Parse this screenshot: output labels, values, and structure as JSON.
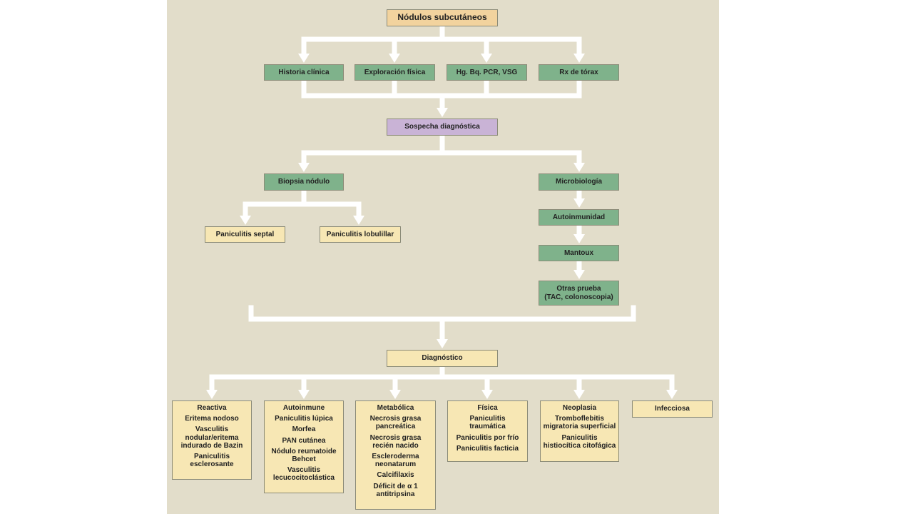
{
  "colors": {
    "panel": "#e2ddca",
    "green": "#7fb28b",
    "purple": "#c9b3d6",
    "orange": "#f2d39e",
    "cream": "#f7e7b4",
    "connector": "#ffffff"
  },
  "root": "Nódulos subcutáneos",
  "tests": [
    "Historia clínica",
    "Exploración física",
    "Hg. Bq. PCR, VSG",
    "Rx de tórax"
  ],
  "suspicion": "Sospecha diagnóstica",
  "biopsy": {
    "label": "Biopsia nódulo",
    "children": [
      "Paniculitis septal",
      "Paniculitis lobulillar"
    ]
  },
  "micro_chain": [
    "Microbiología",
    "Autoinmunidad",
    "Mantoux",
    "Otras prueba\n(TAC, colonoscopia)"
  ],
  "diagnosis": "Diagnóstico",
  "categories": [
    {
      "heading": "Reactiva",
      "items": [
        "Eritema nodoso",
        "Vasculitis\nnodular/eritema\nindurado de Bazin",
        "Paniculitis\nesclerosante"
      ]
    },
    {
      "heading": "Autoinmune",
      "items": [
        "Paniculitis lúpica",
        "Morfea",
        "PAN cutánea",
        "Nódulo reumatoide\nBehcet",
        "Vasculitis\nlecucocitoclástica"
      ]
    },
    {
      "heading": "Metabólica",
      "items": [
        "Necrosis grasa\npancreática",
        "Necrosis grasa\nrecién nacido",
        "Escleroderma\nneonatarum",
        "Calcifilaxis",
        "Déficit de α 1\nantitripsina"
      ]
    },
    {
      "heading": "Física",
      "items": [
        "Paniculitis\ntraumática",
        "Paniculitis por frío",
        "Paniculitis facticia"
      ]
    },
    {
      "heading": "Neoplasia",
      "items": [
        "Tromboflebitis\nmigratoria superficial",
        "Paniculitis\nhistiocítica citofágica"
      ]
    },
    {
      "heading": "Infecciosa",
      "items": []
    }
  ]
}
